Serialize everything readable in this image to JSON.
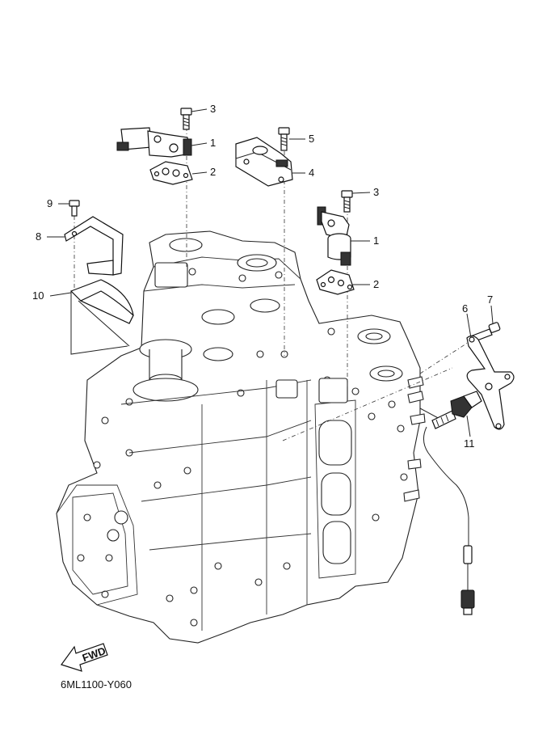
{
  "diagram": {
    "drawing_code": "6ML1100-Y060",
    "direction_label": "FWD",
    "callouts": [
      {
        "id": "c3a",
        "label": "3"
      },
      {
        "id": "c1a",
        "label": "1"
      },
      {
        "id": "c2a",
        "label": "2"
      },
      {
        "id": "c5",
        "label": "5"
      },
      {
        "id": "c4",
        "label": "4"
      },
      {
        "id": "c9",
        "label": "9"
      },
      {
        "id": "c8",
        "label": "8"
      },
      {
        "id": "c10",
        "label": "10"
      },
      {
        "id": "c3b",
        "label": "3"
      },
      {
        "id": "c1b",
        "label": "1"
      },
      {
        "id": "c2b",
        "label": "2"
      },
      {
        "id": "c7",
        "label": "7"
      },
      {
        "id": "c6",
        "label": "6"
      },
      {
        "id": "c11",
        "label": "11"
      }
    ]
  }
}
